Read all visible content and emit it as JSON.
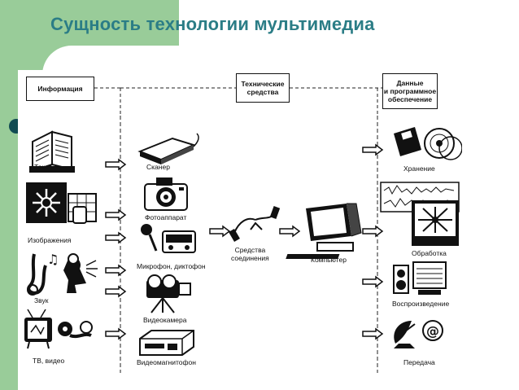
{
  "title": "Сущность технологии мультимедиа",
  "headers": {
    "info": "Информация",
    "tech_line1": "Технические",
    "tech_line2": "средства",
    "data_line1": "Данные",
    "data_line2": "и программное",
    "data_line3": "обеспечение"
  },
  "info_items": [
    "Текст",
    "Изображения",
    "Звук",
    "ТВ, видео"
  ],
  "device_items": [
    "Сканер",
    "Фотоаппарат",
    "Микрофон, диктофон",
    "Видеокамера",
    "Видеомагнитофон"
  ],
  "connection_line1": "Средства",
  "connection_line2": "соединения",
  "computer_label": "Компьютер",
  "output_items": [
    "Хранение",
    "Обработка",
    "Воспроизведение",
    "Передача"
  ],
  "colors": {
    "accent_green": "#99cc99",
    "title_teal": "#2b7d86",
    "bullet": "#114b52"
  },
  "icons": [
    "book-icon",
    "flower-image-icon",
    "saxophone-music-icon",
    "tv-film-icon",
    "scanner-icon",
    "camera-icon",
    "microphone-recorder-icon",
    "videocamera-icon",
    "vcr-icon",
    "connector-cables-icon",
    "computer-icon",
    "diskette-cd-icon",
    "waveform-monitor-icon",
    "speakers-monitor-icon",
    "satellite-dish-icon"
  ]
}
